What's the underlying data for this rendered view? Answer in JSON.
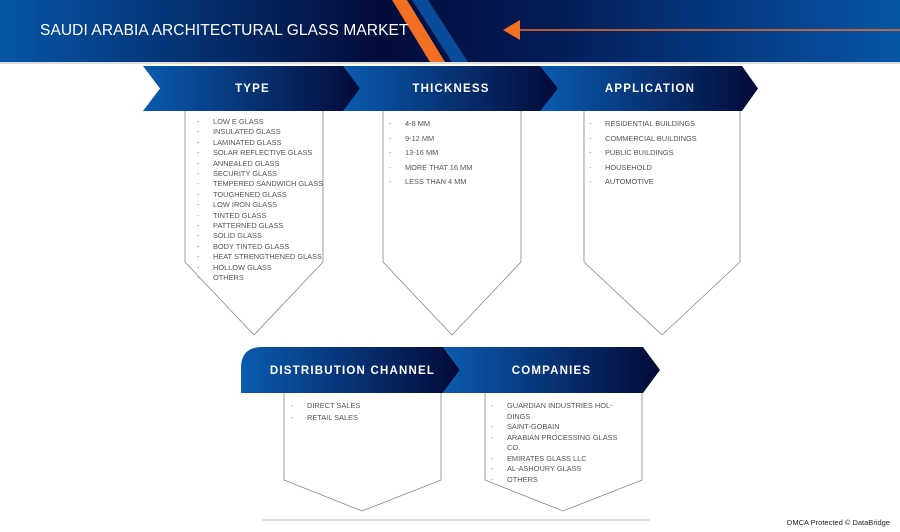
{
  "header": {
    "title": "SAUDI ARABIA ARCHITECTURAL GLASS MARKET"
  },
  "colors": {
    "accent": "#f36f21",
    "navy": "#030c3a",
    "blue": "#0656a8"
  },
  "segments": [
    {
      "label": "TYPE",
      "items": [
        "LOW E GLASS",
        "INSULATED GLASS",
        "LAMINATED GLASS",
        "SOLAR REFLECTIVE GLASS",
        "ANNEALED GLASS",
        "SECURITY GLASS",
        "TEMPERED SANDWICH GLASS",
        "TOUGHENED GLASS",
        "LOW IRON GLASS",
        "TINTED GLASS",
        "PATTERNED GLASS",
        "SOLID GLASS",
        "BODY TINTED GLASS",
        "HEAT STRENGTHENED GLASS",
        "HOLLOW GLASS",
        "OTHERS"
      ]
    },
    {
      "label": "THICKNESS",
      "items": [
        "4-8 MM",
        "9-12 MM",
        "13-16 MM",
        "MORE THAT 16 MM",
        "LESS THAN 4 MM"
      ]
    },
    {
      "label": "APPLICATION",
      "items": [
        "RESIDENTIAL BUILDINGS",
        "COMMERCIAL BUILDINGS",
        "PUBLIC BUILDINGS",
        "HOUSEHOLD",
        "AUTOMOTIVE"
      ]
    },
    {
      "label": "DISTRIBUTION CHANNEL",
      "items": [
        "DIRECT SALES",
        "RETAIL SALES"
      ]
    },
    {
      "label": "COMPANIES",
      "items": [
        "GUARDIAN INDUSTRIES HOL-DINGS",
        "SAINT-GOBAIN",
        "ARABIAN PROCESSING GLASS CO.",
        "EMIRATES GLASS LLC",
        "AL-ASHOURY GLASS",
        "OTHERS"
      ]
    }
  ],
  "footer": {
    "dmca": "DMCA Protected © DataBridge"
  }
}
